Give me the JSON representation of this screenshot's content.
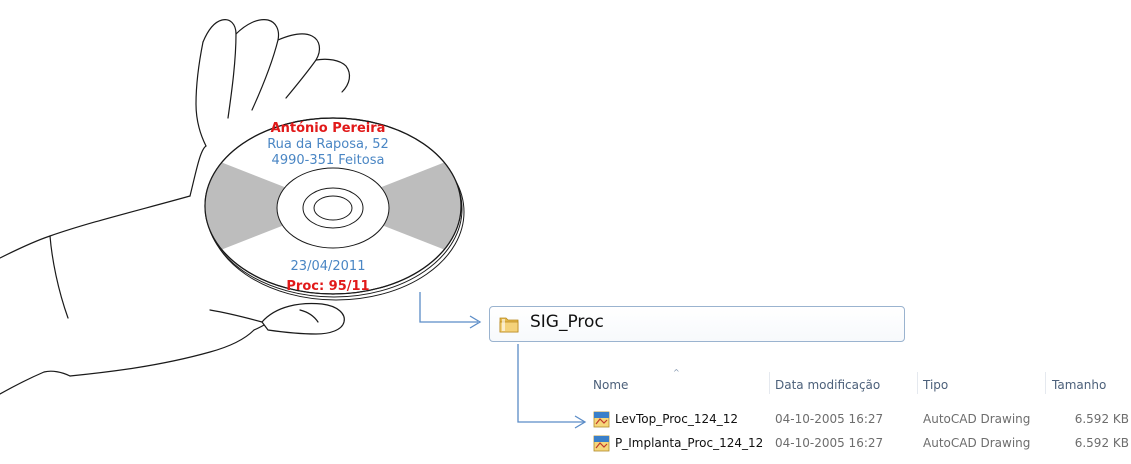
{
  "cd_label": {
    "name": "António Pereira",
    "street": "Rua da Raposa, 52",
    "postcode": "4990-351 Feitosa",
    "date": "23/04/2011",
    "proc": "Proc: 95/11"
  },
  "folder": {
    "name": "SIG_Proc",
    "icon": "folder-icon"
  },
  "file_list": {
    "columns": [
      "Nome",
      "Data modificação",
      "Tipo",
      "Tamanho"
    ],
    "rows": [
      {
        "name": "LevTop_Proc_124_12",
        "date": "04-10-2005 16:27",
        "type": "AutoCAD Drawing",
        "size": "6.592 KB",
        "icon": "autocad-file-icon"
      },
      {
        "name": "P_Implanta_Proc_124_12",
        "date": "04-10-2005 16:27",
        "type": "AutoCAD Drawing",
        "size": "6.592 KB",
        "icon": "autocad-file-icon"
      }
    ]
  },
  "colors": {
    "label_red": "#e11919",
    "label_blue": "#4a86c4",
    "disc_sector_gray": "#bdbdbd",
    "connector_blue": "#5b8cc7"
  }
}
